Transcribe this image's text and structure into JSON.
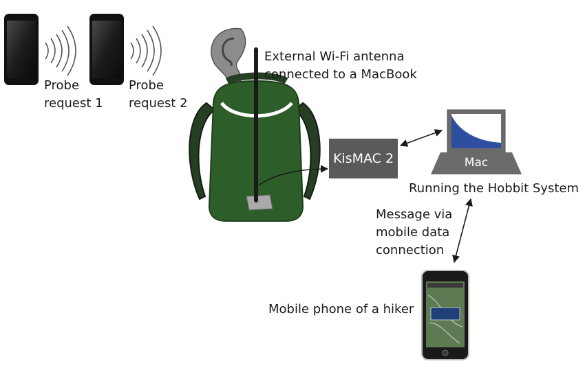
{
  "phones": [
    {
      "label_lines": [
        "Probe",
        "request 1"
      ]
    },
    {
      "label_lines": [
        "Probe",
        "request 2"
      ]
    }
  ],
  "antenna": {
    "label_lines": [
      "External Wi-Fi antenna",
      "connected to a MacBook"
    ]
  },
  "kismac": {
    "label": "KisMAC 2"
  },
  "mac": {
    "screen_label": "Mac",
    "caption": "Running the Hobbit System"
  },
  "message": {
    "label_lines": [
      "Message via",
      "mobile data",
      "connection"
    ]
  },
  "hiker_phone": {
    "label": "Mobile phone of a hiker"
  },
  "icons": [
    "smartphone-icon",
    "wifi-waves-icon",
    "ear-icon",
    "backpack-icon",
    "antenna-icon",
    "laptop-icon"
  ],
  "colors": {
    "backpack_green": "#2d5e2a",
    "backpack_dark": "#243f22",
    "kismac_box": "#5a5a5a",
    "laptop_gray": "#6b6b6b",
    "laptop_screen": "#2e4fa0",
    "ear_gray": "#8c8c8c"
  }
}
